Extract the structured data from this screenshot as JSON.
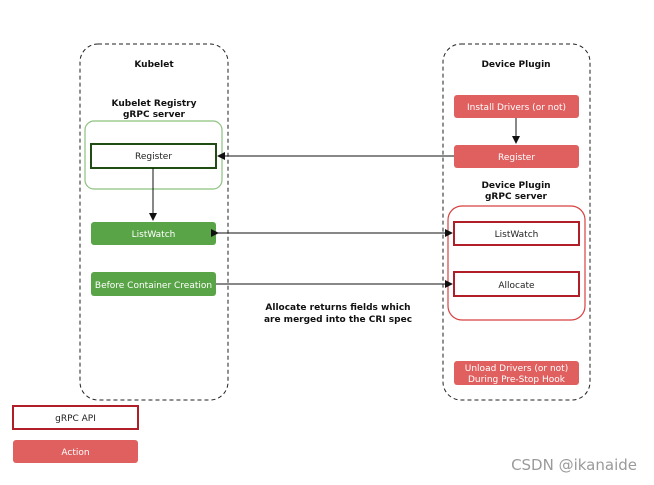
{
  "kubelet": {
    "title": "Kubelet",
    "registry_line1": "Kubelet Registry",
    "registry_line2": "gRPC server",
    "register": "Register",
    "listwatch": "ListWatch",
    "before_creation": "Before Container Creation"
  },
  "plugin": {
    "title": "Device Plugin",
    "install": "Install Drivers (or not)",
    "register": "Register",
    "server_line1": "Device Plugin",
    "server_line2": "gRPC server",
    "listwatch": "ListWatch",
    "allocate": "Allocate",
    "unload_line1": "Unload Drivers (or not)",
    "unload_line2": "During Pre-Stop Hook"
  },
  "note": {
    "line1": "Allocate returns fields which",
    "line2": "are merged into the CRI spec"
  },
  "legend": {
    "api": "gRPC API",
    "action": "Action"
  },
  "watermark": "CSDN @ikanaide",
  "colors": {
    "green": "#5aa448",
    "green_light": "#8cc27e",
    "red": "#e06060",
    "dark_red": "#b01e28",
    "dark_green": "#1f4d14"
  }
}
